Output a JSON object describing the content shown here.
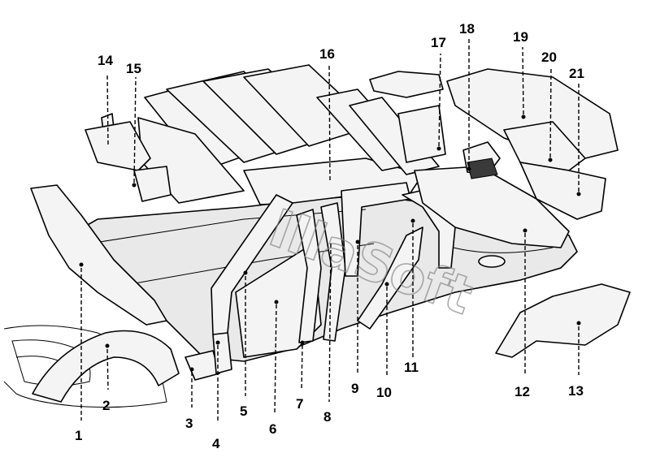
{
  "callouts": [
    "1",
    "2",
    "3",
    "4",
    "5",
    "6",
    "7",
    "8",
    "9",
    "10",
    "11",
    "12",
    "13",
    "14",
    "15",
    "16",
    "17",
    "18",
    "19",
    "20",
    "21"
  ],
  "watermark": "IllaSoft"
}
